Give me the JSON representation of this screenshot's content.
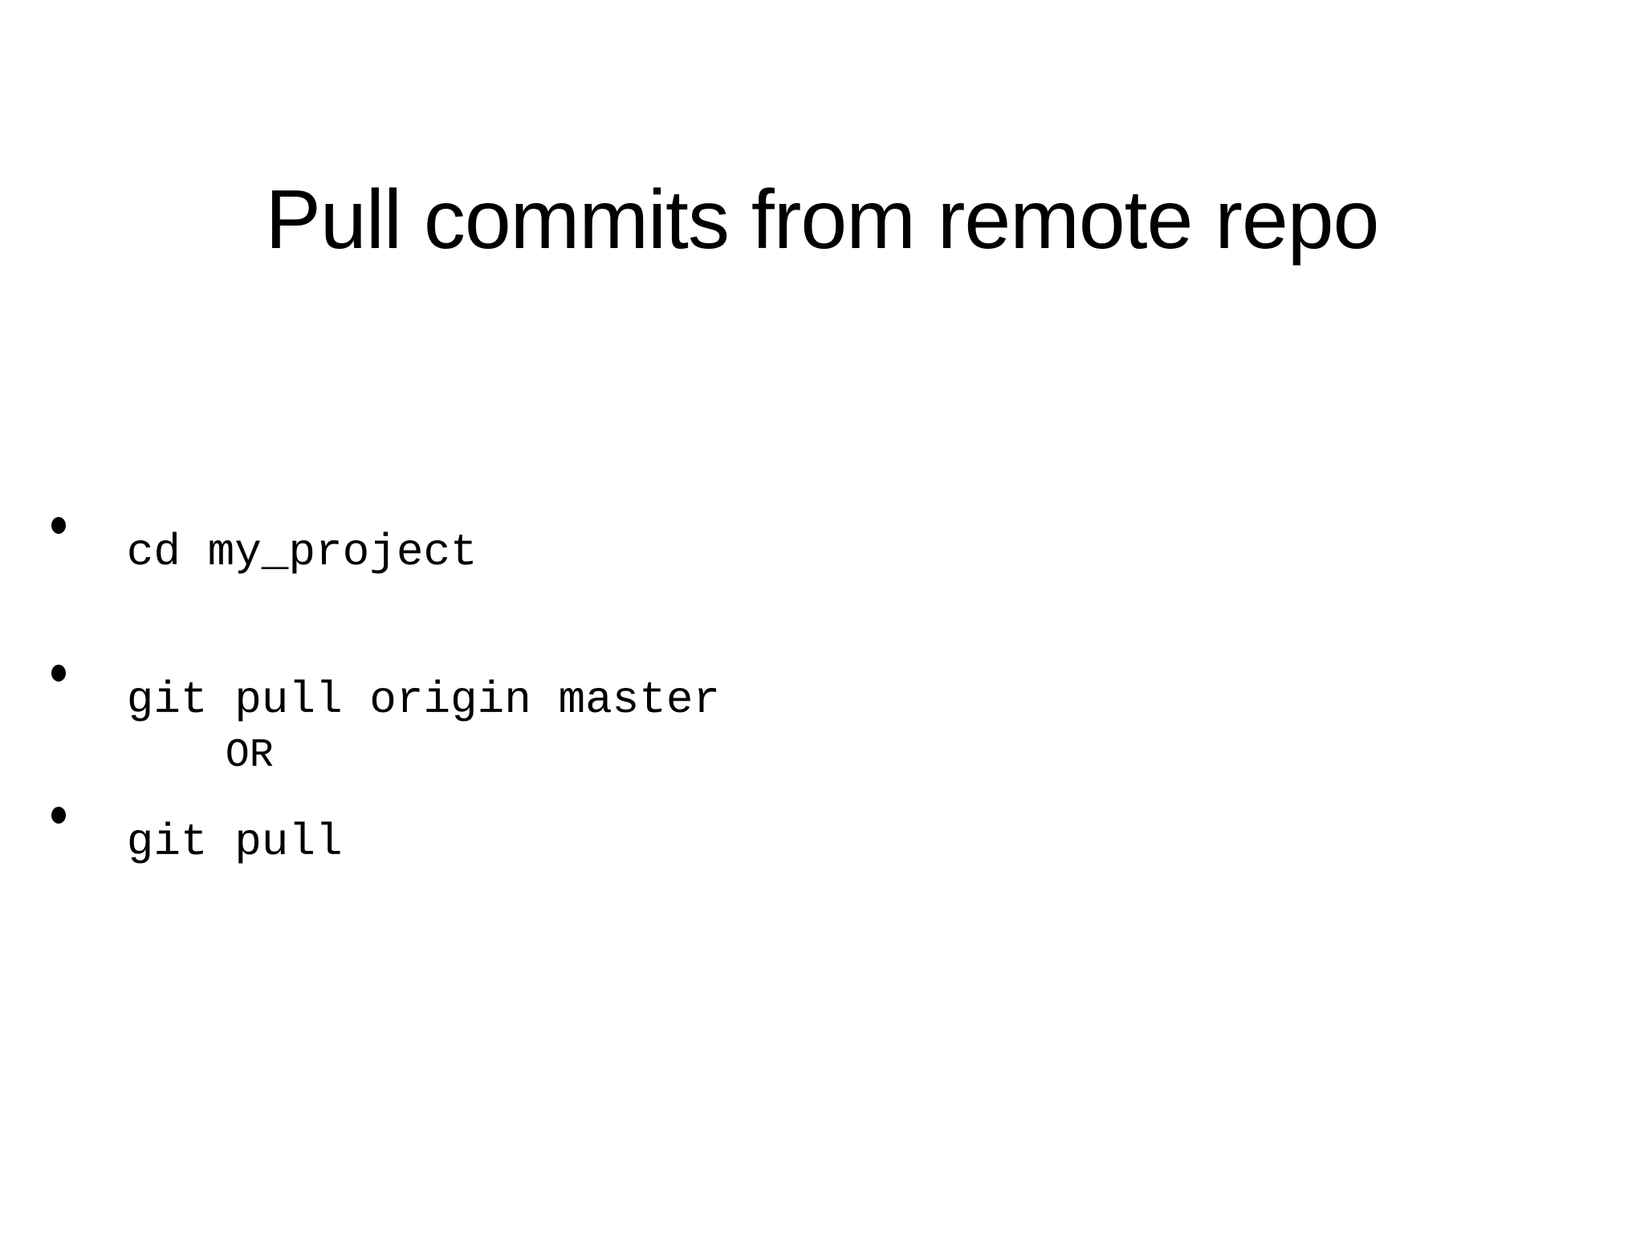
{
  "slide": {
    "title": "Pull commits from remote repo",
    "bullets": [
      {
        "text": "cd my_project"
      },
      {
        "text": "git pull origin master"
      },
      {
        "text": "git pull"
      }
    ],
    "separator": "OR",
    "colors": {
      "background": "#ffffff",
      "text": "#000000"
    }
  }
}
